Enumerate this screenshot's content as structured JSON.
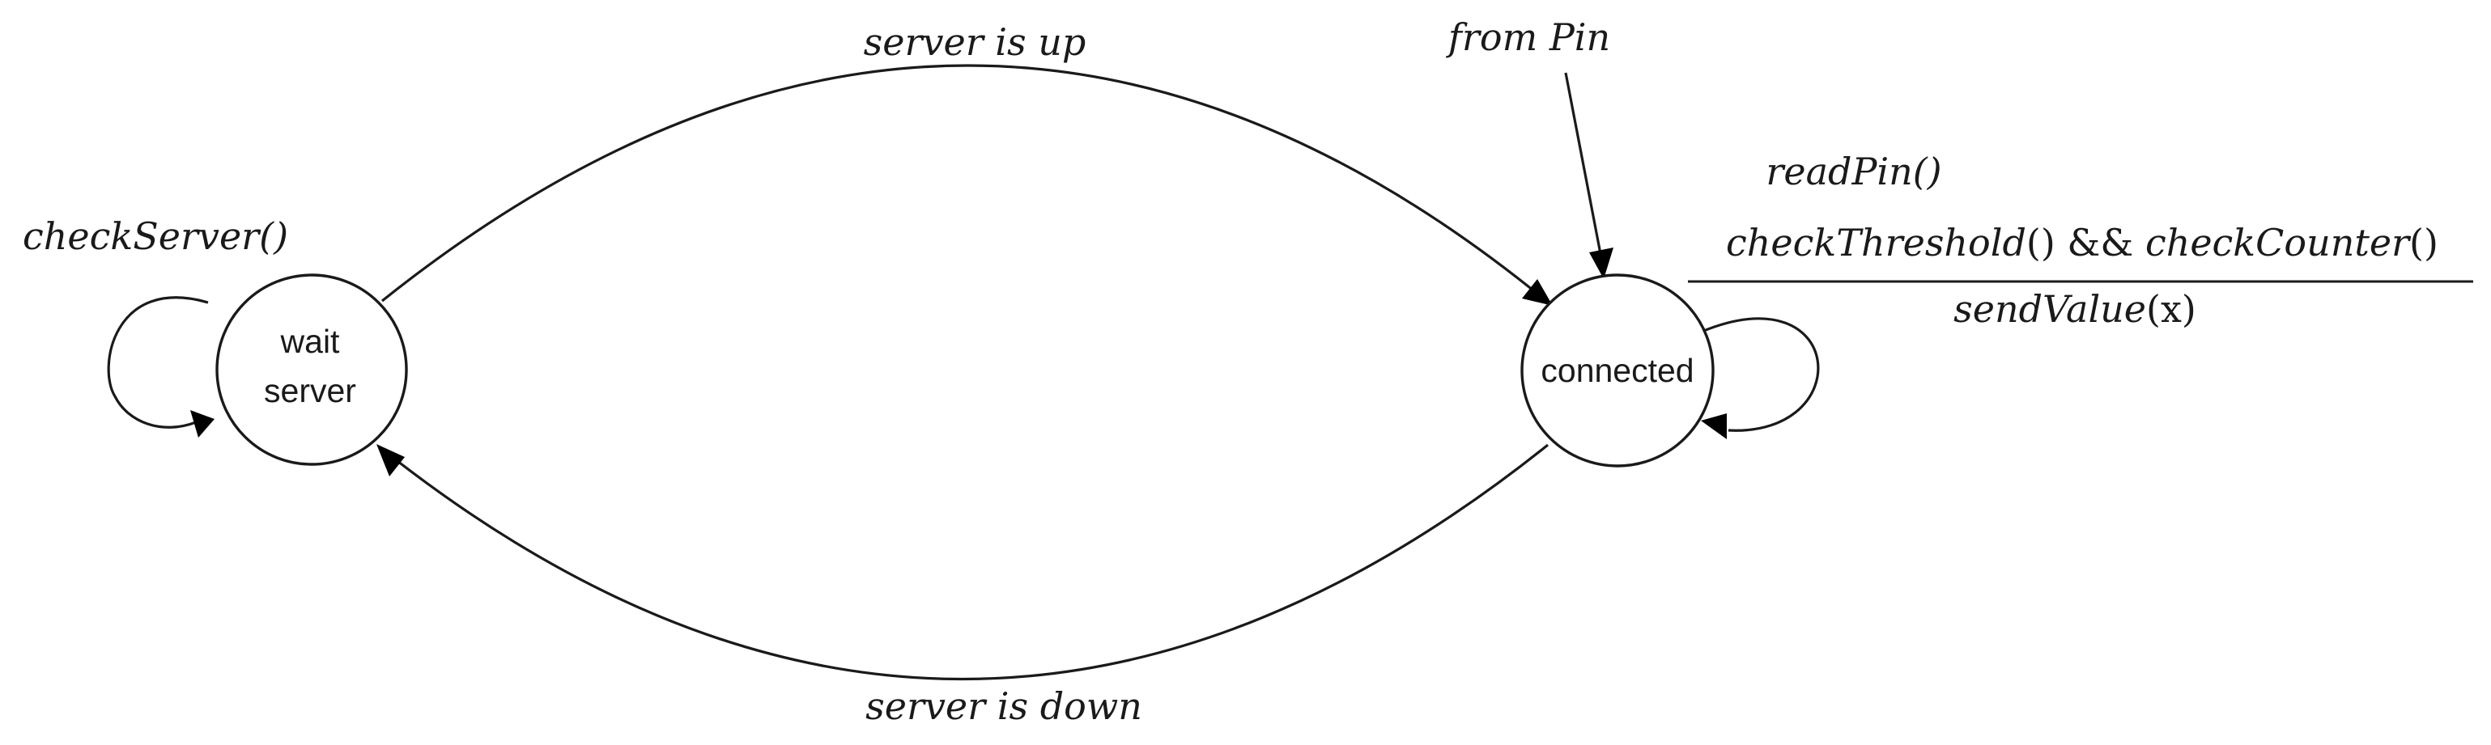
{
  "states": {
    "wait_server": {
      "line1": "wait",
      "line2": "server"
    },
    "connected": {
      "label": "connected"
    }
  },
  "transitions": {
    "server_up": {
      "label": "server is up"
    },
    "server_down": {
      "label": "server is down"
    },
    "initial": {
      "label": "from Pin"
    },
    "wait_loop": {
      "label": "checkServer()"
    },
    "connected_loop": {
      "event": "readPin()",
      "guard_left": "checkThreshold",
      "guard_mid": "() && ",
      "guard_right": "checkCounter",
      "guard_end": "()",
      "action_left": "sendValue",
      "action_right": "(x)"
    }
  }
}
